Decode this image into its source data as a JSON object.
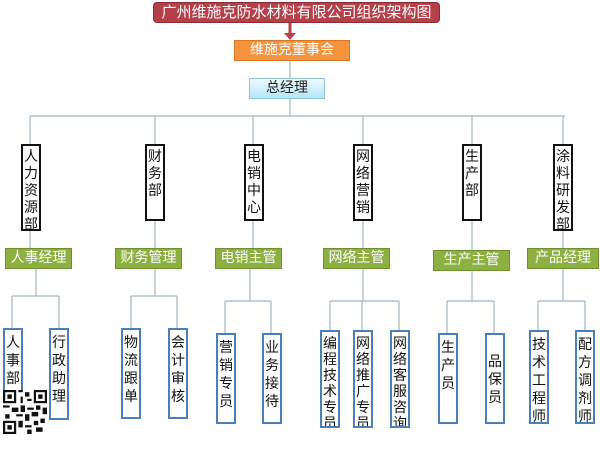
{
  "title": "广州维施克防水材料有限公司组织架构图",
  "board": "维施克董事会",
  "general_manager": "总经理",
  "departments": [
    {
      "name": "人力资源部",
      "manager": "人事经理",
      "roles": [
        "人事部",
        "行政助理"
      ]
    },
    {
      "name": "财务部",
      "manager": "财务管理",
      "roles": [
        "物流跟单",
        "会计审核"
      ]
    },
    {
      "name": "电销中心",
      "manager": "电销主管",
      "roles": [
        "营销专员",
        "业务接待"
      ]
    },
    {
      "name": "网络营销",
      "manager": "网络主管",
      "roles": [
        "编程技术专员",
        "网络推广专员",
        "网络客服咨询"
      ]
    },
    {
      "name": "生产部",
      "manager": "生产主管",
      "roles": [
        "生产员",
        "品保员"
      ]
    },
    {
      "name": "涂料研发部",
      "manager": "产品经理",
      "roles": [
        "技术工程师",
        "配方调剂师"
      ]
    }
  ],
  "colors": {
    "title": "#b5404a",
    "board": "#f5943c",
    "manager": "#8db141",
    "leaf_border": "#4a7fb8",
    "line": "#a0b4c4"
  }
}
